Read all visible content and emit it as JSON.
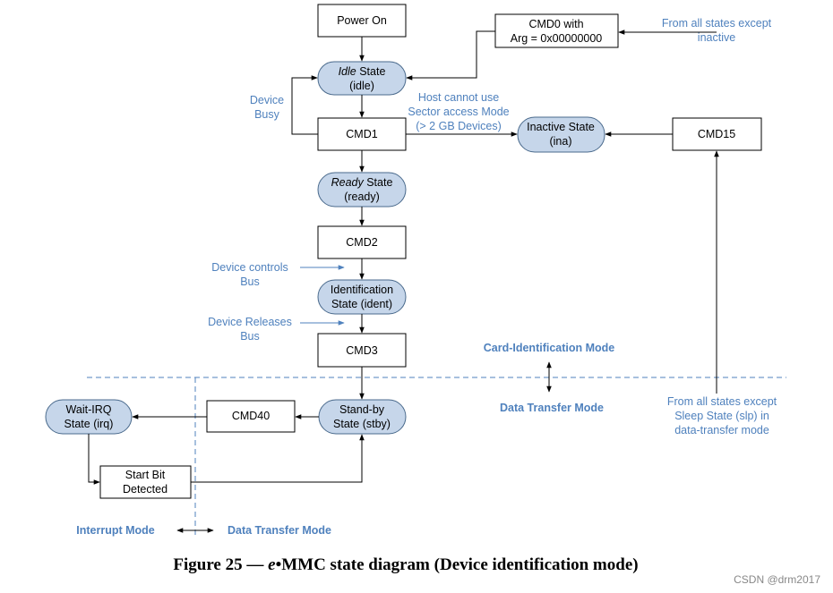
{
  "boxes": {
    "power_on": "Power On",
    "cmd0_line1": "CMD0 with",
    "cmd0_line2": "Arg = 0x00000000",
    "cmd1": "CMD1",
    "cmd2": "CMD2",
    "cmd3": "CMD3",
    "cmd15": "CMD15",
    "cmd40": "CMD40",
    "start_bit_line1": "Start Bit",
    "start_bit_line2": "Detected"
  },
  "states": {
    "idle_italic": "Idle",
    "idle_rest": " State",
    "idle_line2": "(idle)",
    "ready_italic": "Ready",
    "ready_rest": " State",
    "ready_line2": "(ready)",
    "ident_line1": "Identification",
    "ident_line2": "State (ident)",
    "inactive_line1": "Inactive State",
    "inactive_line2": "(ina)",
    "standby_line1": "Stand-by",
    "standby_line2": "State (stby)",
    "waitirq_line1": "Wait-IRQ",
    "waitirq_line2": "State (irq)"
  },
  "annotations": {
    "from_all_except_inactive_1": "From all states except",
    "from_all_except_inactive_2": "inactive",
    "device_busy_1": "Device",
    "device_busy_2": "Busy",
    "host_cannot_1": "Host cannot use",
    "host_cannot_2": "Sector access Mode",
    "host_cannot_3": "(> 2 GB Devices)",
    "device_controls_1": "Device controls",
    "device_controls_2": "Bus",
    "device_releases_1": "Device Releases",
    "device_releases_2": "Bus",
    "from_all_except_sleep_1": "From all states except",
    "from_all_except_sleep_2": "Sleep State (slp) in",
    "from_all_except_sleep_3": "data-transfer mode"
  },
  "modes": {
    "card_identification": "Card-Identification Mode",
    "data_transfer_right": "Data Transfer Mode",
    "interrupt": "Interrupt Mode",
    "data_transfer_bottom": "Data Transfer Mode"
  },
  "caption": {
    "prefix": "Figure 25 — ",
    "italic": "e",
    "suffix": "•MMC state diagram (Device identification mode)"
  },
  "watermark": "CSDN @drm2017",
  "colors": {
    "state_fill": "#c6d6ea",
    "annotation_blue": "#4f81bd"
  }
}
